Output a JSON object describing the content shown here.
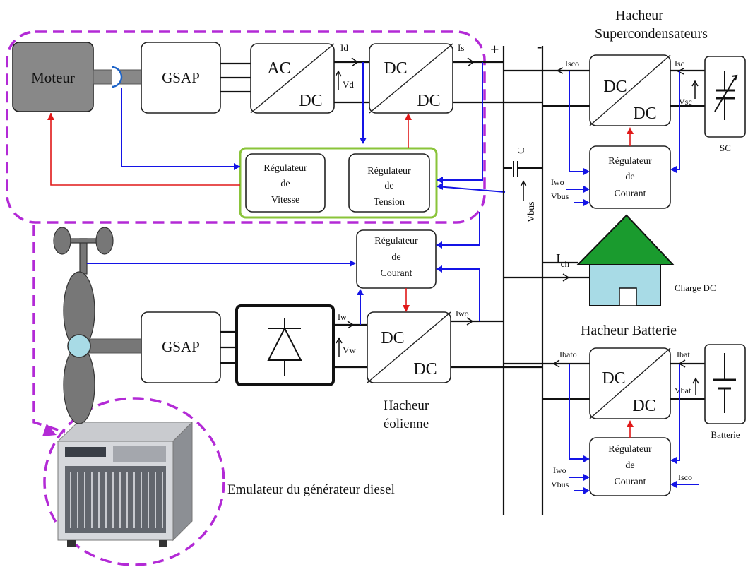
{
  "labels": {
    "moteur": "Moteur",
    "gsap": "GSAP",
    "ac": "AC",
    "dc": "DC",
    "reg": "Régulateur",
    "de": "de",
    "vitesse": "Vitesse",
    "tension": "Tension",
    "courant": "Courant",
    "hacheur_sc_1": "Hacheur",
    "hacheur_sc_2": "Supercondensateurs",
    "sc": "SC",
    "hacheur_batterie": "Hacheur Batterie",
    "batterie": "Batterie",
    "hacheur_eol_1": "Hacheur",
    "hacheur_eol_2": "éolienne",
    "charge_dc": "Charge DC",
    "emulateur": "Emulateur du générateur diesel",
    "plus": "+",
    "minus": "-",
    "cap": "C",
    "i_main": "I",
    "i_main_sub": "ch"
  },
  "signals": {
    "id": "Id",
    "vd": "Vd",
    "is": "Is",
    "isco": "Isco",
    "isc": "Isc",
    "vsc": "Vsc",
    "iwo": "Iwo",
    "vbus": "Vbus",
    "iw": "Iw",
    "vw": "Vw",
    "ibato": "Ibato",
    "ibat": "Ibat",
    "vbat": "Vbat"
  },
  "colors": {
    "measurement": "#1414e6",
    "control": "#e01818",
    "dashed_group": "#b32ad6",
    "regulator_group": "#8ac43a",
    "motor_fill": "#888888",
    "house_roof": "#1a9b2e",
    "house_wall": "#a8dbe6"
  }
}
